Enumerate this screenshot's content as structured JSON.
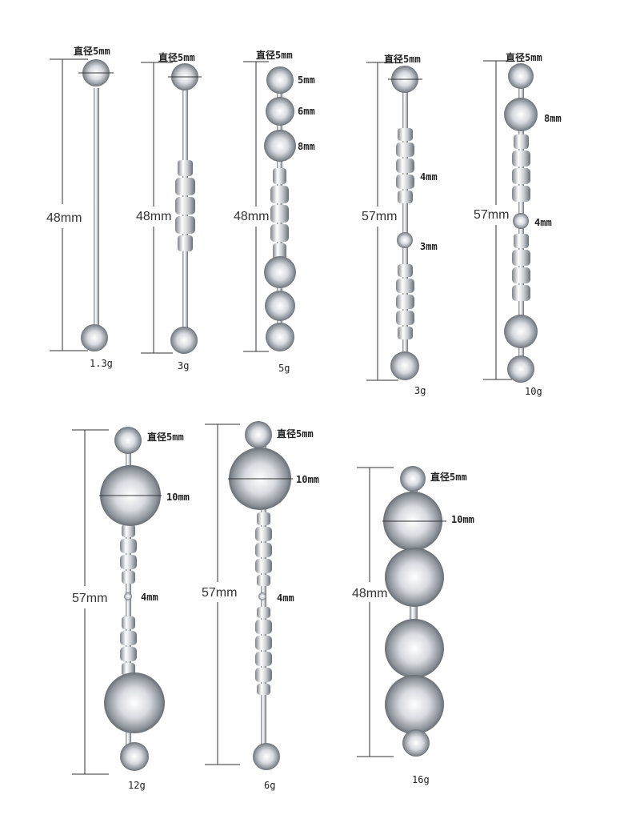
{
  "products": [
    {
      "length": "48mm",
      "weight": "1.3g",
      "labels": [
        "直径5mm"
      ]
    },
    {
      "length": "48mm",
      "weight": "3g",
      "labels": [
        "直径5mm"
      ]
    },
    {
      "length": "48mm",
      "weight": "5g",
      "labels": [
        "直径5mm",
        "5mm",
        "6mm",
        "8mm"
      ]
    },
    {
      "length": "57mm",
      "weight": "3g",
      "labels": [
        "直径5mm",
        "4mm",
        "3mm"
      ]
    },
    {
      "length": "57mm",
      "weight": "10g",
      "labels": [
        "直径5mm",
        "8mm",
        "4mm"
      ]
    },
    {
      "length": "57mm",
      "weight": "12g",
      "labels": [
        "直径5mm",
        "10mm",
        "4mm"
      ]
    },
    {
      "length": "57mm",
      "weight": "6g",
      "labels": [
        "直径5mm",
        "10mm",
        "4mm"
      ]
    },
    {
      "length": "48mm",
      "weight": "16g",
      "labels": [
        "直径5mm",
        "10mm"
      ]
    }
  ],
  "colors": {
    "metal_dark": "#6f757c",
    "metal_light": "#f4f6f8",
    "text": "#222222"
  }
}
